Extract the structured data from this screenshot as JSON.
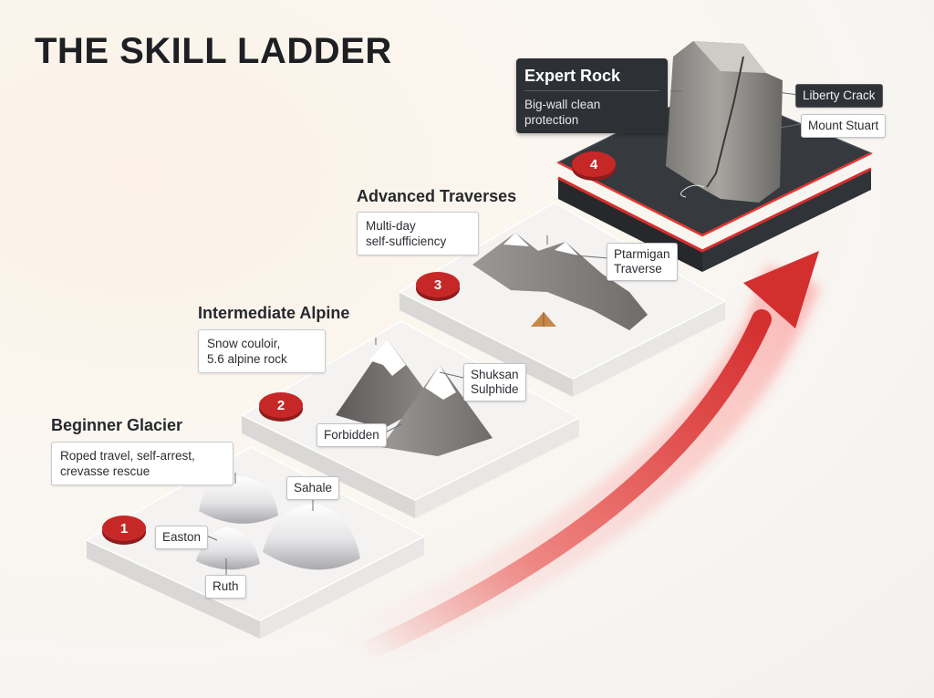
{
  "title": "THE SKILL LADDER",
  "tiers": [
    {
      "number": "1",
      "title": "Beginner Glacier",
      "description_lines": [
        "Roped travel, self-arrest,",
        "crevasse rescue"
      ],
      "peaks": [
        "Sahale",
        "Easton",
        "Ruth"
      ]
    },
    {
      "number": "2",
      "title": "Intermediate Alpine",
      "description_lines": [
        "Snow couloir,",
        "5.6 alpine rock"
      ],
      "peaks": [
        "Shuksan",
        "Sulphide",
        "Forbidden"
      ]
    },
    {
      "number": "3",
      "title": "Advanced Traverses",
      "description_lines": [
        "Multi-day",
        "self-sufficiency"
      ],
      "peaks": [
        "Ptarmigan",
        "Traverse"
      ]
    },
    {
      "number": "4",
      "title": "Expert Rock",
      "description_lines": [
        "Big-wall clean",
        "protection"
      ],
      "peaks": [
        "Liberty Crack",
        "Mount Stuart"
      ]
    }
  ],
  "colors": {
    "accent_red": "#c62828",
    "platform_white": "#f4f3f1",
    "expert_dark": "#2d3035",
    "text_dark": "#1d1f23"
  },
  "icons": [
    "up-arrow-icon",
    "tent-icon",
    "mountain-icon",
    "rock-tower-icon"
  ]
}
